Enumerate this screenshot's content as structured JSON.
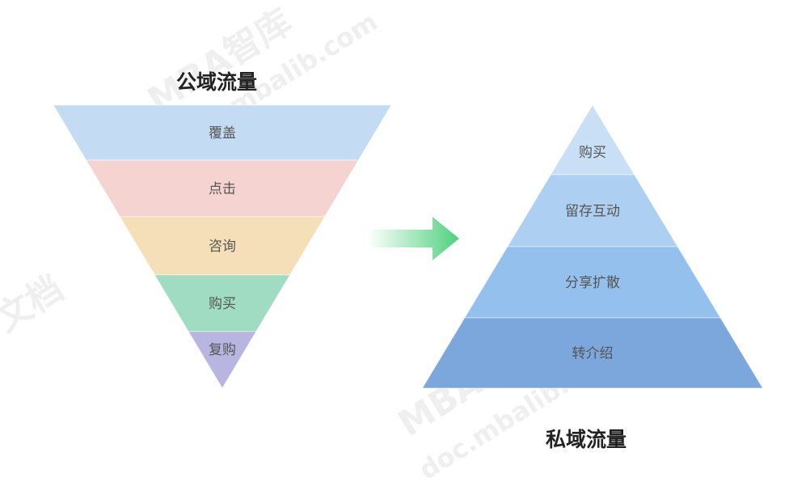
{
  "public_traffic": {
    "title": "公域流量",
    "layers": [
      {
        "label": "覆盖",
        "color": "#c3dcf3"
      },
      {
        "label": "点击",
        "color": "#f5d3d0"
      },
      {
        "label": "咨询",
        "color": "#f5dfb9"
      },
      {
        "label": "购买",
        "color": "#9fdcc2"
      },
      {
        "label": "复购",
        "color": "#b8b6e0"
      }
    ]
  },
  "private_traffic": {
    "title": "私域流量",
    "layers": [
      {
        "label": "购买",
        "color": "#c9dff5"
      },
      {
        "label": "留存互动",
        "color": "#add0f2"
      },
      {
        "label": "分享扩散",
        "color": "#94c0ee"
      },
      {
        "label": "转介绍",
        "color": "#7ba7dc"
      }
    ]
  },
  "arrow_color": "#4fd07e",
  "watermark": {
    "brand": "MBA智库",
    "url": "doc.mbalib.com",
    "alt": "文档"
  }
}
